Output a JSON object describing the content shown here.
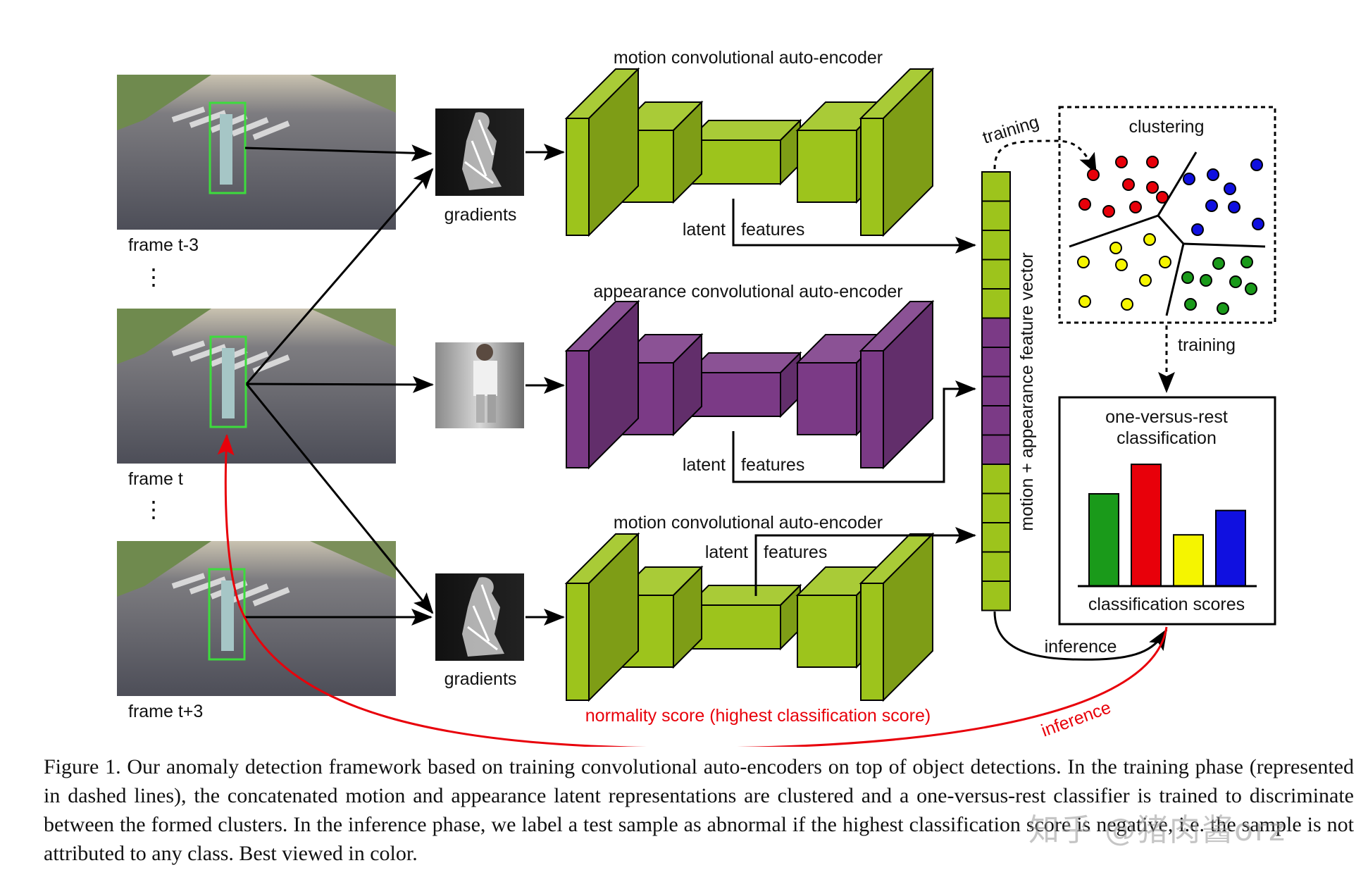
{
  "frames": {
    "t_minus_3": "frame t-3",
    "t": "frame t",
    "t_plus_3": "frame t+3",
    "ellipsis": "⋮"
  },
  "gradients_label": "gradients",
  "encoders": {
    "motion_top": "motion convolutional auto-encoder",
    "appearance": "appearance convolutional auto-encoder",
    "motion_bottom": "motion convolutional auto-encoder"
  },
  "latent": "latent",
  "features": "features",
  "feature_vector": "motion + appearance feature vector",
  "training": "training",
  "clustering": "clustering",
  "ovr": {
    "line1": "one-versus-rest",
    "line2": "classification"
  },
  "classification_scores": "classification scores",
  "inference": "inference",
  "normality_score": "normality score (highest classification score)",
  "colors": {
    "motion": "#9dc41c",
    "appearance": "#7b3a86",
    "red": "#e8000a",
    "green": "#1a9a1a",
    "blue": "#1010e0",
    "yellow": "#f5f500",
    "box_green": "#3ddc3d"
  },
  "score_bars": [
    {
      "color": "green",
      "level": 0.72
    },
    {
      "color": "red",
      "level": 0.95
    },
    {
      "color": "yellow",
      "level": 0.4
    },
    {
      "color": "blue",
      "level": 0.59
    }
  ],
  "caption": "Figure 1. Our anomaly detection framework based on training convolutional auto-encoders on top of object detections. In the training phase (represented in dashed lines), the concatenated motion and appearance latent representations are clustered and a one-versus-rest classifier is trained to discriminate between the formed clusters. In the inference phase, we label a test sample as abnormal if the highest classification score is negative, i.e. the sample is not attributed to any class. Best viewed in color.",
  "watermark": "知乎 @猪肉酱orz"
}
